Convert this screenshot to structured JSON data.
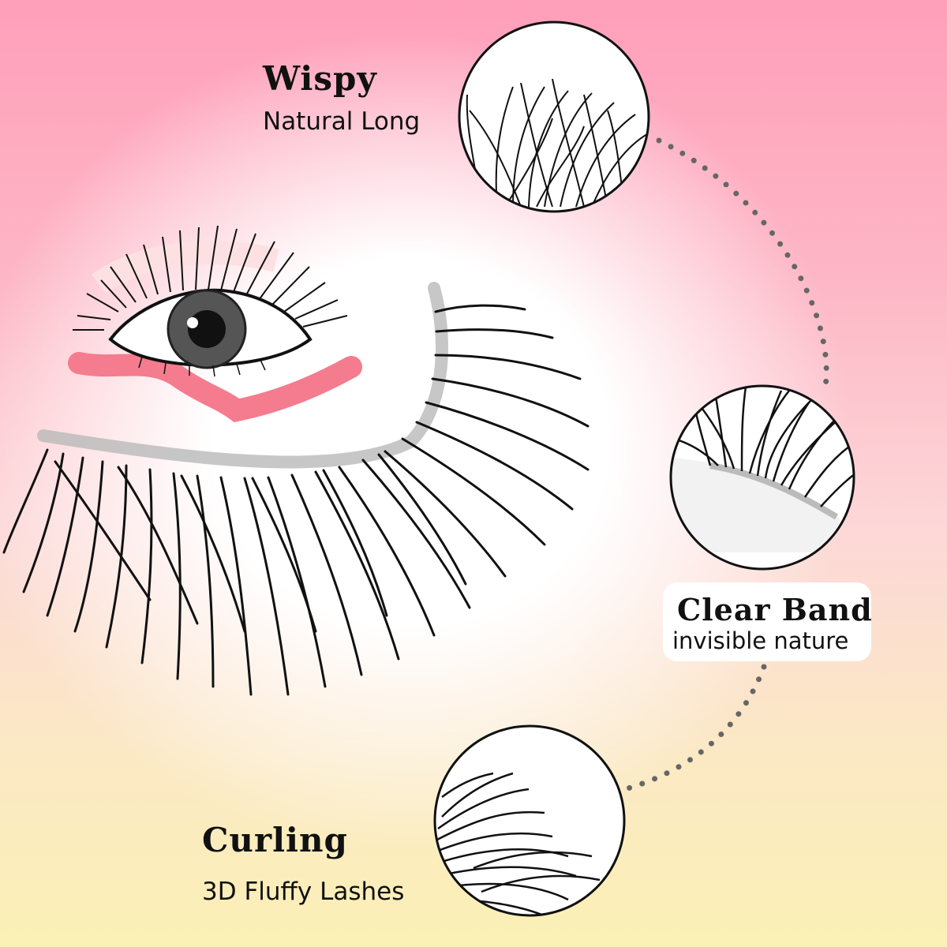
{
  "labels": {
    "wispy": {
      "title": "Wispy",
      "subtitle": "Natural Long"
    },
    "clear_band": {
      "title": "Clear Band",
      "subtitle": "invisible nature"
    },
    "curling": {
      "title": "Curling",
      "subtitle": "3D Fluffy Lashes"
    }
  },
  "colors": {
    "top_background": "#ff9fba",
    "bottom_background": "#fbf0b6",
    "eye_underline": "#f47c8e",
    "lash": "#111111",
    "dots": "#666666"
  },
  "icons": [
    "eye-illustration",
    "lash-strip",
    "detail-circle-wispy",
    "detail-circle-clear-band",
    "detail-circle-curling"
  ]
}
